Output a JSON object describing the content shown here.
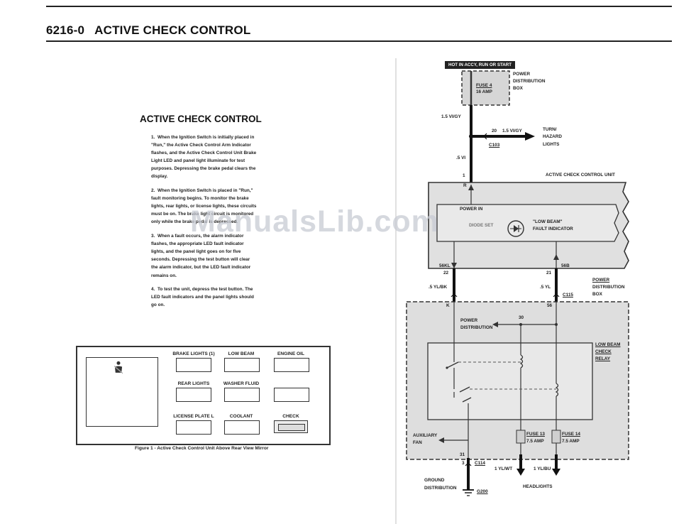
{
  "header": {
    "code": "6216-0",
    "title": "ACTIVE CHECK CONTROL"
  },
  "left_title": "ACTIVE CHECK CONTROL",
  "steps": [
    {
      "num": "1.",
      "text": "When the Ignition Switch is initially placed in \"Run,\" the Active Check Control Arm Indicator flashes, and the Active Check Control Unit Brake Light LED and panel light illuminate for test purposes. Depressing the brake pedal clears the display."
    },
    {
      "num": "2.",
      "text": "When the Ignition Switch is placed in \"Run,\" fault monitoring begins. To monitor the brake lights, rear lights, or license lights, these circuits must be on. The brake light circuit is monitored only while the brake pedal is depressed."
    },
    {
      "num": "3.",
      "text": "When a fault occurs, the alarm indicator flashes, the appropriate LED fault indicator lights, and the panel light goes on for five seconds. Depressing the test button will clear the alarm indicator, but the LED fault indicator remains on."
    },
    {
      "num": "4.",
      "text": "To test the unit, depress the test button. The LED fault indicators and the panel lights should go on."
    }
  ],
  "watermark": "ManualsLib.com",
  "figure": {
    "labels": {
      "brake": "BRAKE LIGHTS (1)",
      "low_beam": "LOW BEAM",
      "engine_oil": "ENGINE OIL",
      "rear": "REAR LIGHTS",
      "washer": "WASHER FLUID",
      "license": "LICENSE PLATE L",
      "coolant": "COOLANT",
      "check": "CHECK"
    },
    "caption": "Figure 1 - Active Check Control Unit Above Rear View Mirror",
    "icon": "seatbelt-icon"
  },
  "diagram": {
    "hot": "HOT IN ACCY, RUN OR START",
    "fuse4_name": "FUSE 4",
    "fuse4_amp": "16 AMP",
    "pdb_top": [
      "POWER",
      "DISTRIBUTION",
      "BOX"
    ],
    "wire_1_5_vigy": "1.5 VI/GY",
    "pin_20": "20",
    "wire_1_5_vigy_2": "1.5 VI/GY",
    "turn_hazard": [
      "TURN/",
      "HAZARD",
      "LIGHTS"
    ],
    "c103": "C103",
    "wire_5vi": ".5 VI",
    "pin_1": "1",
    "acu_label": "ACTIVE CHECK CONTROL UNIT",
    "pin_R": "R",
    "power_in": "POWER IN",
    "inner_obscured": "DIODE SET",
    "low_beam_fault": [
      "\"LOW BEAM\"",
      "FAULT INDICATOR"
    ],
    "kl56": "56KL",
    "pin_56b": "56B",
    "pin_22": "22",
    "pin_21": "21",
    "pdb_mid": [
      "POWER",
      "DISTRIBUTION",
      "BOX"
    ],
    "wire_5ylbk": ".5 YL/BK",
    "wire_5yl": ".5 YL",
    "c115": "C115",
    "pin_k": "K",
    "pin_56": "56",
    "pin_30": "30",
    "power_dist": [
      "POWER",
      "DISTRIBUTION"
    ],
    "relay_label": [
      "LOW BEAM",
      "CHECK",
      "RELAY"
    ],
    "aux_fan": [
      "AUXILIARY",
      "FAN"
    ],
    "fuse13_name": "FUSE 13",
    "fuse13_amp": "7.5 AMP",
    "fuse14_name": "FUSE 14",
    "fuse14_amp": "7.5 AMP",
    "pin_31": "31",
    "pin_3": "3",
    "c114": "C114",
    "wire_1ylwt": "1 YL/WT",
    "wire_1ylbu": "1 YL/BU",
    "ground_dist": [
      "GROUND",
      "DISTRIBUTION"
    ],
    "headlights": "HEADLIGHTS",
    "g200": "G200"
  }
}
